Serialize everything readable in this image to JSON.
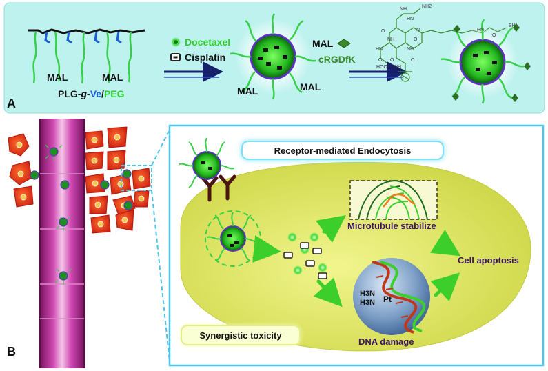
{
  "panel_a": {
    "letter": "A",
    "polymer_label_mal_1": "MAL",
    "polymer_label_mal_2": "MAL",
    "polymer_name_plg": "PLG-",
    "polymer_name_g": "g",
    "polymer_name_sep1": "-",
    "polymer_name_ve": "Ve",
    "polymer_name_sep2": "/",
    "polymer_name_peg": "PEG",
    "legend_docetaxel": "Docetaxel",
    "legend_cisplatin": "Cisplatin",
    "nanoparticle_mal_left": "MAL",
    "nanoparticle_mal_right": "MAL",
    "conjugation_mal": "MAL",
    "conjugation_peptide": "cRGDfK",
    "structure_text": {
      "nh2": "NH2",
      "nh_top": "NH",
      "hn_left": "HN",
      "o1": "O",
      "nh1": "NH",
      "hn2": "HN",
      "o2": "O",
      "o3": "O",
      "nh3": "NH",
      "hooc": "HOOC",
      "o4": "O",
      "nh4": "NH",
      "o5": "O",
      "hn5": "HN",
      "sh": "SH",
      "o6": "O",
      "n_mid": "N"
    }
  },
  "panel_b": {
    "letter": "B",
    "endocytosis_label": "Receptor-mediated Endocytosis",
    "microtubule_label": "Microtubule stabilize",
    "apoptosis_label": "Cell apoptosis",
    "dna_label": "DNA damage",
    "synergy_label": "Synergistic toxicity",
    "pt_complex": {
      "h3n_1": "H3N",
      "h3n_2": "H3N",
      "pt": "Pt"
    }
  },
  "colors": {
    "panel_a_bg": "#bdf2ee",
    "panel_b_border": "#4dc3ea",
    "cell_body": "#e6ec7a",
    "vessel": "#a0227e",
    "tumor_cell": "#e8331c",
    "drug_green": "#2ccf2c",
    "peg_green": "#37d048",
    "ve_blue": "#1b5fd6",
    "arrow_navy": "#16206b",
    "arrow_green": "#3ccf2c",
    "label_purple": "#3a1366"
  }
}
